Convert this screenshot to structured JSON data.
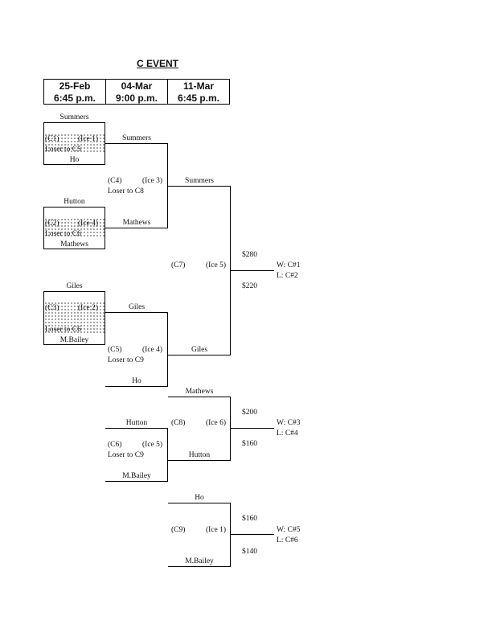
{
  "title": "C EVENT",
  "schedule": [
    {
      "date": "25-Feb",
      "time": "6:45 p.m."
    },
    {
      "date": "04-Mar",
      "time": "9:00 p.m."
    },
    {
      "date": "11-Mar",
      "time": "6:45 p.m."
    }
  ],
  "games": {
    "c1": {
      "code": "(C1)",
      "ice": "(Ice 1)",
      "note": "Loser to C5",
      "top": "Summers",
      "bottom": "Ho"
    },
    "c2": {
      "code": "(C2)",
      "ice": "(Ice 4)",
      "note": "Loser to C6",
      "top": "Hutton",
      "bottom": "Mathews"
    },
    "c3": {
      "code": "(C3)",
      "ice": "(Ice 2)",
      "note": "Loser to C6",
      "top": "Giles",
      "bottom": "M.Bailey"
    },
    "c4": {
      "code": "(C4)",
      "ice": "(Ice 3)",
      "note": "Loser to C8",
      "top": "Summers",
      "bottom": "Mathews"
    },
    "c5": {
      "code": "(C5)",
      "ice": "(Ice 4)",
      "note": "Loser to C9",
      "top": "Giles",
      "bottom": "Ho"
    },
    "c6": {
      "code": "(C6)",
      "ice": "(Ice 5)",
      "note": "Loser to C9",
      "top": "Hutton",
      "bottom": "M.Bailey"
    },
    "c7": {
      "code": "(C7)",
      "ice": "(Ice 5)",
      "top": "Summers",
      "bottom": "Giles",
      "prize_w": "$280",
      "prize_l": "$220",
      "win": "W:  C#1",
      "lose": "L:  C#2"
    },
    "c8": {
      "code": "(C8)",
      "ice": "(Ice 6)",
      "top": "Mathews",
      "bottom": "Hutton",
      "prize_w": "$200",
      "prize_l": "$160",
      "win": "W:  C#3",
      "lose": "L:  C#4"
    },
    "c9": {
      "code": "(C9)",
      "ice": "(Ice 1)",
      "top": "Ho",
      "bottom": "M.Bailey",
      "prize_w": "$160",
      "prize_l": "$140",
      "win": "W:  C#5",
      "lose": "L:  C#6"
    }
  }
}
